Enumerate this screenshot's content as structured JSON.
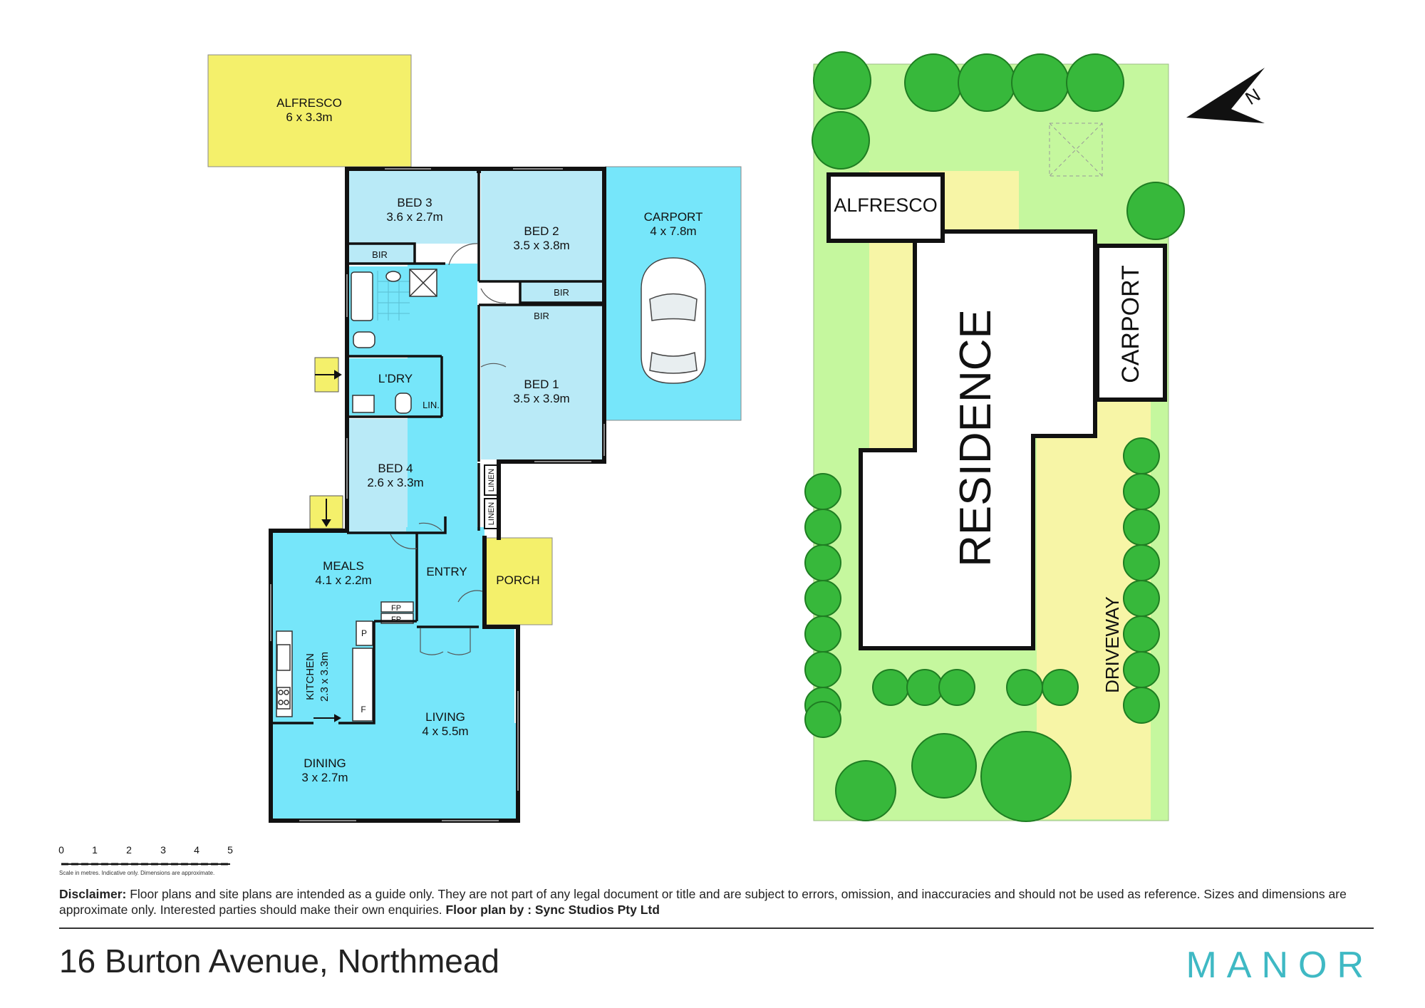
{
  "colors": {
    "wet": "#76e6fa",
    "bedroom": "#b9eaf7",
    "outdoor": "#f4f06b",
    "lawn": "#c5f79e",
    "path": "#f7f5a6",
    "tree": "#37b83b",
    "wall": "#111111",
    "brand": "#3fb9c4"
  },
  "rooms": {
    "alfresco": {
      "name": "ALFRESCO",
      "size": "6 x 3.3m"
    },
    "bed3": {
      "name": "BED 3",
      "size": "3.6 x 2.7m"
    },
    "bed2": {
      "name": "BED 2",
      "size": "3.5 x 3.8m"
    },
    "carport": {
      "name": "CARPORT",
      "size": "4 x 7.8m"
    },
    "bir": "BIR",
    "bed1": {
      "name": "BED 1",
      "size": "3.5 x 3.9m"
    },
    "laundry": "L'DRY",
    "lin": "LIN.",
    "bed4": {
      "name": "BED 4",
      "size": "2.6 x 3.3m"
    },
    "linen": "LINEN",
    "meals": {
      "name": "MEALS",
      "size": "4.1 x 2.2m"
    },
    "entry": "ENTRY",
    "porch": "PORCH",
    "fp": "FP",
    "pantry": "P",
    "fridge": "F",
    "kitchen": {
      "name": "KITCHEN",
      "size": "2.3 x 3.3m"
    },
    "living": {
      "name": "LIVING",
      "size": "4 x 5.5m"
    },
    "dining": {
      "name": "DINING",
      "size": "3 x 2.7m"
    }
  },
  "site": {
    "alfresco": "ALFRESCO",
    "carport": "CARPORT",
    "residence": "RESIDENCE",
    "driveway": "DRIVEWAY",
    "north": "N"
  },
  "scale": {
    "ticks": [
      "0",
      "1",
      "2",
      "3",
      "4",
      "5"
    ],
    "note": "Scale in metres. Indicative only. Dimensions are approximate."
  },
  "disclaimer": {
    "label": "Disclaimer:",
    "text": " Floor plans and site plans are intended as a guide only. They are not part of any legal document or title and are subject to errors, omission, and inaccuracies and should not be used as reference. Sizes and dimensions are approximate only. Interested parties should make their own enquiries. ",
    "credit_label": "Floor plan by : Sync Studios Pty Ltd"
  },
  "address": "16 Burton Avenue, Northmead",
  "brand": "MANOR"
}
